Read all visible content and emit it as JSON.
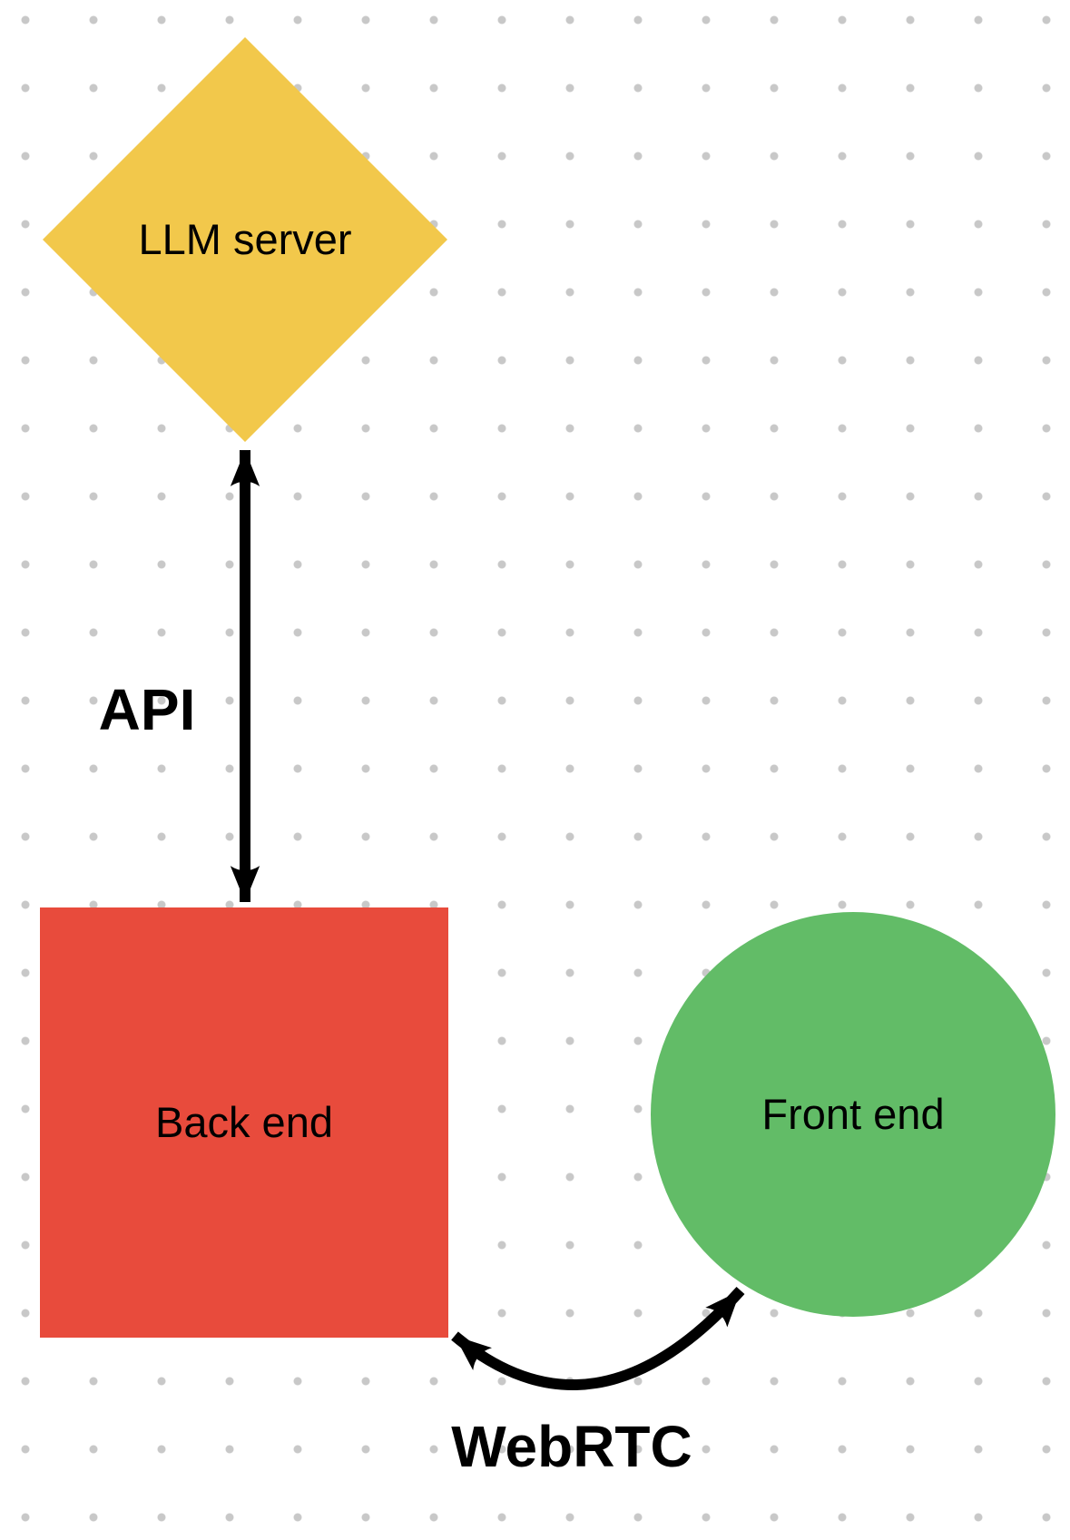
{
  "diagram": {
    "nodes": [
      {
        "id": "llm-server",
        "shape": "diamond",
        "label": "LLM server",
        "color": "#F2C84B"
      },
      {
        "id": "back-end",
        "shape": "square",
        "label": "Back end",
        "color": "#E84B3C"
      },
      {
        "id": "front-end",
        "shape": "circle",
        "label": "Front end",
        "color": "#62BC67"
      }
    ],
    "edges": [
      {
        "id": "api",
        "label": "API",
        "type": "double-headed-arrow",
        "from": "llm-server",
        "to": "back-end"
      },
      {
        "id": "webrtc",
        "label": "WebRTC",
        "type": "double-headed-arrow",
        "from": "back-end",
        "to": "front-end"
      }
    ],
    "colors": {
      "arrow": "#000000",
      "label_text": "#000000",
      "dot_grid": "#C8C8C8",
      "background": "#FFFFFF"
    }
  }
}
